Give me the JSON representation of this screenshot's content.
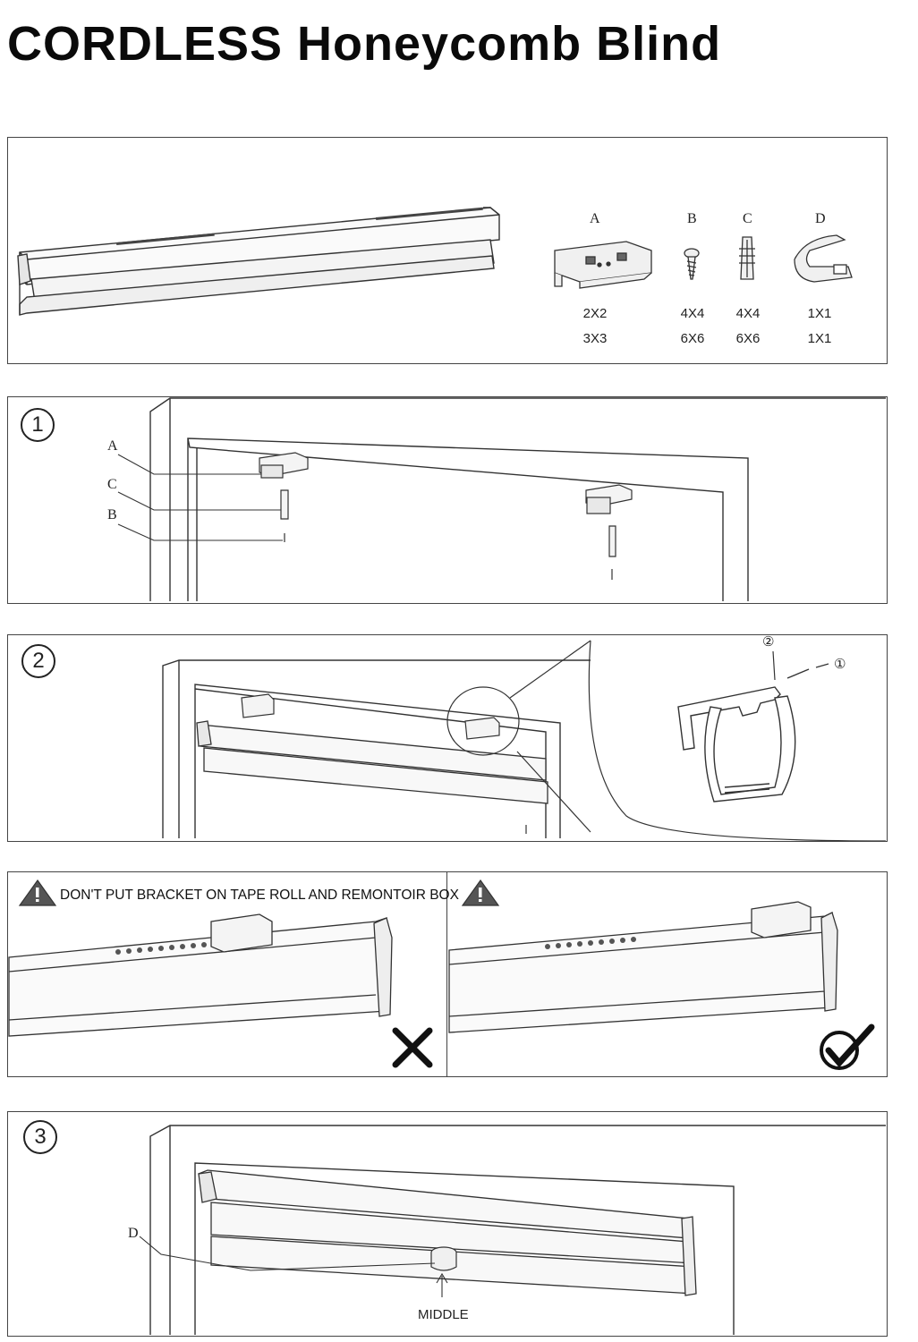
{
  "title": "CORDLESS Honeycomb Blind",
  "parts": [
    {
      "letter": "A",
      "qty1": "2X2",
      "qty2": "3X3"
    },
    {
      "letter": "B",
      "qty1": "4X4",
      "qty2": "6X6"
    },
    {
      "letter": "C",
      "qty1": "4X4",
      "qty2": "6X6"
    },
    {
      "letter": "D",
      "qty1": "1X1",
      "qty2": "1X1"
    }
  ],
  "steps": {
    "step1": {
      "number": "1",
      "labels": {
        "a": "A",
        "c": "C",
        "b": "B"
      }
    },
    "step2": {
      "number": "2",
      "detail_1": "①",
      "detail_2": "②"
    },
    "warning": {
      "text": "DON'T PUT BRACKET ON TAPE ROLL AND REMONTOIR BOX"
    },
    "step3": {
      "number": "3",
      "label_d": "D",
      "middle": "MIDDLE"
    }
  },
  "colors": {
    "line": "#222222",
    "gray": "#888888",
    "warning_fill": "#555555"
  }
}
